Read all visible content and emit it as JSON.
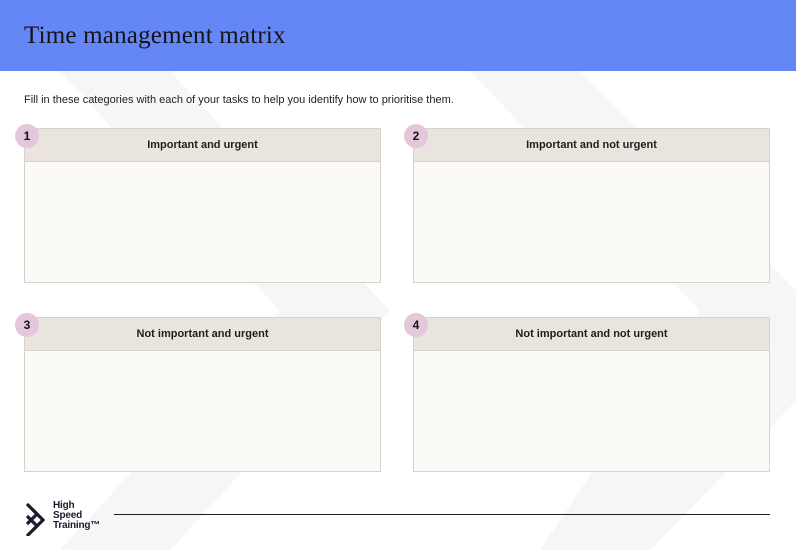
{
  "header": {
    "title": "Time management matrix",
    "background": "#6487f5"
  },
  "intro": "Fill in these categories with each of your tasks to help you identify how to prioritise them.",
  "quadrants": [
    {
      "number": "1",
      "label": "Important and urgent"
    },
    {
      "number": "2",
      "label": "Important and not urgent"
    },
    {
      "number": "3",
      "label": "Not important and urgent"
    },
    {
      "number": "4",
      "label": "Not important and not urgent"
    }
  ],
  "colors": {
    "badge": "#e4c7da",
    "quadrant_header": "#e9e4de",
    "quadrant_body": "#fcfaf7"
  },
  "footer": {
    "logo_icon": "high-speed-training-chevrons-icon",
    "logo_lines": [
      "High",
      "Speed",
      "Training™"
    ]
  }
}
